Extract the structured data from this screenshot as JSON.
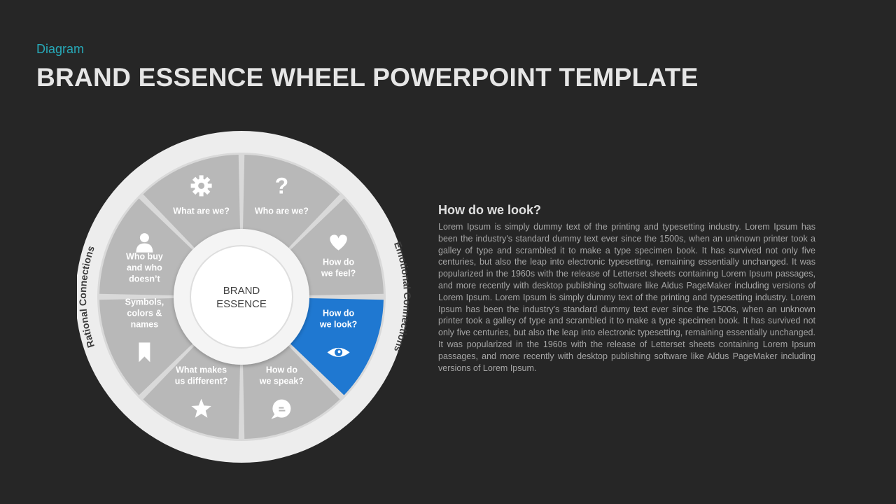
{
  "header": {
    "eyebrow": "Diagram",
    "title": "BRAND ESSENCE WHEEL POWERPOINT TEMPLATE"
  },
  "wheel": {
    "hub": {
      "line1": "BRAND",
      "line2": "ESSENCE"
    },
    "arc_left": "Rational Connections",
    "arc_right": "Emotional Connections",
    "colors": {
      "segment": "#b8b8b8",
      "active": "#1f78d1",
      "ring": "#e8e8e8"
    },
    "segments": [
      {
        "id": "who-are-we",
        "icon": "question-icon",
        "lines": [
          "Who are we?"
        ],
        "active": false
      },
      {
        "id": "how-do-we-feel",
        "icon": "heart-icon",
        "lines": [
          "How do",
          "we feel?"
        ],
        "active": false
      },
      {
        "id": "how-do-we-look",
        "icon": "eye-icon",
        "lines": [
          "How do",
          "we look?"
        ],
        "active": true
      },
      {
        "id": "how-do-we-speak",
        "icon": "chat-bubble-icon",
        "lines": [
          "How do",
          "we speak?"
        ],
        "active": false
      },
      {
        "id": "what-makes-us-different",
        "icon": "star-icon",
        "lines": [
          "What makes",
          "us different?"
        ],
        "active": false
      },
      {
        "id": "symbols-colors-names",
        "icon": "bookmark-icon",
        "lines": [
          "Symbols,",
          "colors &",
          "names"
        ],
        "active": false
      },
      {
        "id": "who-buy-and-who-doesnt",
        "icon": "person-icon",
        "lines": [
          "Who buy",
          "and who",
          "doesn’t"
        ],
        "active": false
      },
      {
        "id": "what-are-we",
        "icon": "gear-icon",
        "lines": [
          "What are we?"
        ],
        "active": false
      }
    ]
  },
  "detail": {
    "heading": "How do we look?",
    "body": "Lorem Ipsum is simply dummy text of the printing and typesetting industry. Lorem Ipsum has been the industry's standard dummy text ever since the 1500s, when an unknown printer took a galley of type and scrambled it to make a type specimen book. It has survived not only five centuries, but also the leap into electronic typesetting, remaining essentially unchanged. It was popularized in the 1960s with the release of Letterset sheets containing Lorem Ipsum passages, and more recently with desktop publishing software like Aldus PageMaker including versions of Lorem Ipsum. Lorem Ipsum is simply dummy text of the printing and typesetting industry. Lorem Ipsum has been the industry's standard dummy text ever since the 1500s, when an unknown printer took a galley of type and scrambled it to make a type specimen book. It has survived not only five centuries, but also the leap into electronic typesetting, remaining essentially unchanged. It was popularized in the 1960s with the release of Letterset sheets containing Lorem Ipsum passages, and more recently with desktop publishing software like Aldus PageMaker including versions of Lorem Ipsum."
  }
}
